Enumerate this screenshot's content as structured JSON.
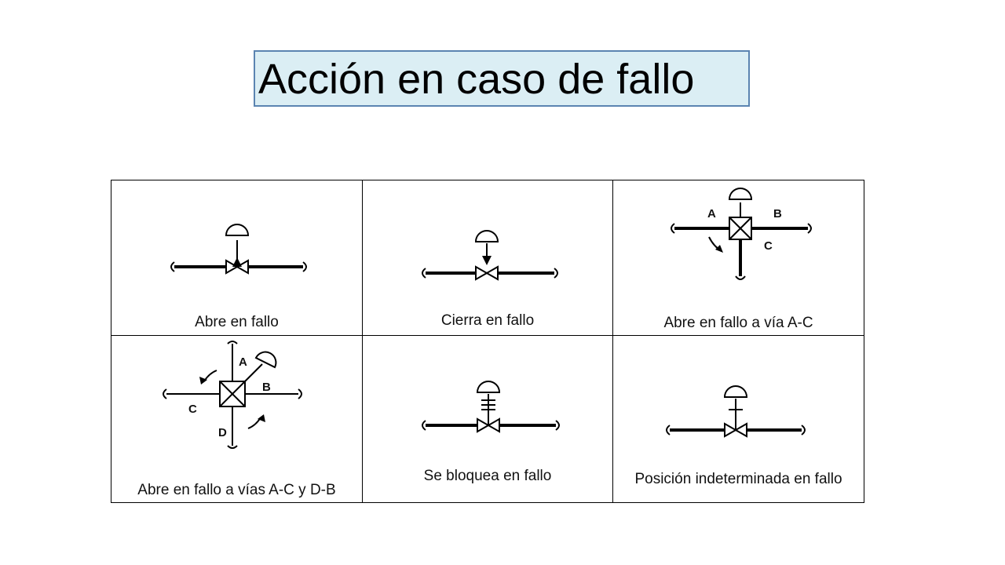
{
  "title": "Acción en caso de fallo",
  "colors": {
    "title_fill": "#dbeef4",
    "title_border": "#5b84b1",
    "line": "#000000"
  },
  "cells": [
    {
      "caption": "Abre en fallo"
    },
    {
      "caption": "Cierra en fallo"
    },
    {
      "caption": "Abre en fallo a vía A-C",
      "labels": {
        "a": "A",
        "b": "B",
        "c": "C"
      }
    },
    {
      "caption": "Abre en fallo a vías A-C y D-B",
      "labels": {
        "a": "A",
        "b": "B",
        "c": "C",
        "d": "D"
      }
    },
    {
      "caption": "Se bloquea en fallo"
    },
    {
      "caption": "Posición indeterminada en fallo"
    }
  ]
}
